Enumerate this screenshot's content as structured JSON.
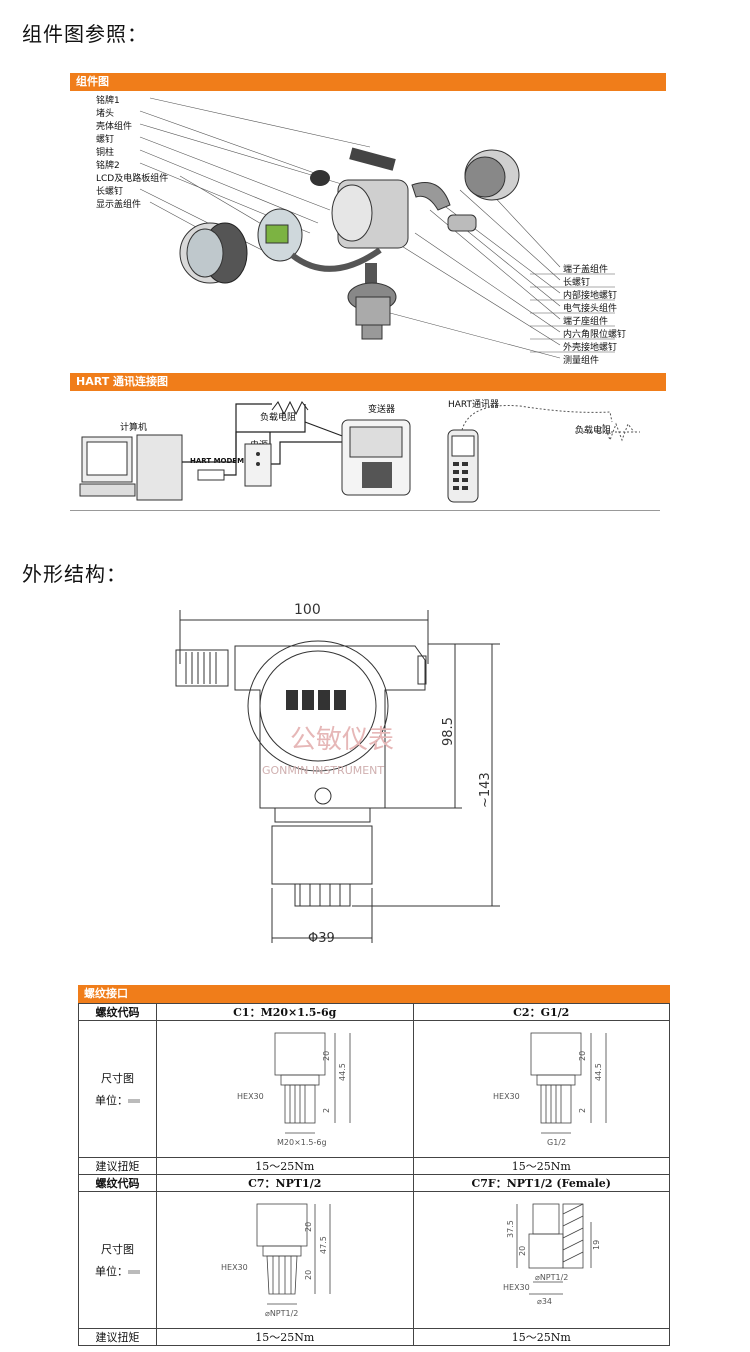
{
  "sections": {
    "assembly_title": "组件图参照：",
    "outline_title": "外形结构："
  },
  "assembly": {
    "bar_title": "组件图",
    "left_labels": [
      "铭牌1",
      "堵头",
      "壳体组件",
      "螺钉",
      "铜柱",
      "铭牌2",
      "LCD及电路板组件",
      "长螺钉",
      "显示盖组件"
    ],
    "right_labels": [
      "端子盖组件",
      "长螺钉",
      "内部接地螺钉",
      "电气接头组件",
      "端子座组件",
      "内六角限位螺钉",
      "外壳接地螺钉",
      "测量组件"
    ]
  },
  "hart": {
    "bar_title": "HART 通讯连接图",
    "computer": "计算机",
    "modem": "HART MODEM",
    "load_resistor": "负载电阻",
    "power": "电源",
    "transmitter": "变送器",
    "communicator": "HART通讯器",
    "load_resistor_2": "负载电阻"
  },
  "outline": {
    "width": "100",
    "height": "98.5",
    "total_height": "~143",
    "diameter": "Φ39",
    "watermark_cn": "公敏仪表",
    "watermark_en": "GONMIN INSTRUMENT"
  },
  "thread": {
    "bar_title": "螺纹接口",
    "code_label": "螺纹代码",
    "drawing_label": "尺寸图",
    "unit_label": "单位：",
    "torque_label": "建议扭矩",
    "rows": [
      {
        "c1": "C1：M20×1.5-6g",
        "c2": "C2：G1/2",
        "t1": "15～25Nm",
        "t2": "15～25Nm"
      },
      {
        "c1": "C7：NPT1/2",
        "c2": "C7F：NPT1/2 (Female)",
        "t1": "15～25Nm",
        "t2": "15～25Nm"
      }
    ],
    "dims": {
      "c1_bottom": "M20×1.5-6g",
      "c2_bottom": "G1/2",
      "c7_bottom": "⌀NPT1/2",
      "c7f_bottom": "⌀NPT1/2",
      "c7f_dia": "⌀34",
      "hex": "HEX30",
      "d20": "20",
      "d2": "2",
      "d445": "44.5",
      "d475": "47.5",
      "d375": "37.5",
      "d19": "19"
    }
  }
}
